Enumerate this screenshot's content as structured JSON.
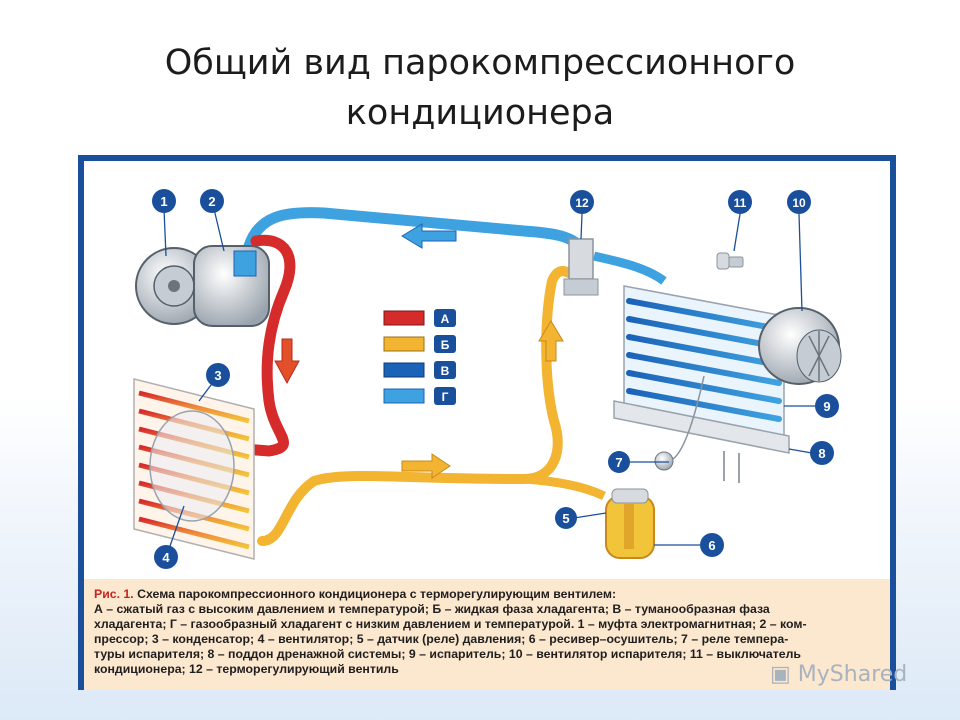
{
  "slide": {
    "title_line1": "Общий вид парокомпрессионного",
    "title_line2": "кондиционера"
  },
  "legend": [
    {
      "letter": "А",
      "color": "#d62b2b"
    },
    {
      "letter": "Б",
      "color": "#f2b431"
    },
    {
      "letter": "В",
      "color": "#1b63b8"
    },
    {
      "letter": "Г",
      "color": "#3fa2e0"
    }
  ],
  "callouts": [
    "1",
    "2",
    "3",
    "4",
    "5",
    "6",
    "7",
    "8",
    "9",
    "10",
    "11",
    "12"
  ],
  "caption": {
    "figure_label": "Рис. 1.",
    "title": "Схема парокомпрессионного кондиционера с терморегулирующим вентилем:",
    "line1": "А – сжатый газ с высоким давлением и температурой; Б – жидкая фаза хладагента; В – туманообразная фаза",
    "line2": "хладагента; Г – газообразный хладагент с низким давлением и температурой. 1 – муфта электромагнитная; 2 – ком-",
    "line3": "прессор; 3 – конденсатор; 4 – вентилятор; 5 – датчик (реле) давления; 6 – ресивер–осушитель; 7 – реле темпера-",
    "line4": "туры испарителя; 8 – поддон дренажной системы; 9 – испаритель; 10 – вентилятор испарителя; 11 – выключатель",
    "line5": "кондиционера; 12 – терморегулирующий вентиль"
  },
  "watermark": "MyShared"
}
